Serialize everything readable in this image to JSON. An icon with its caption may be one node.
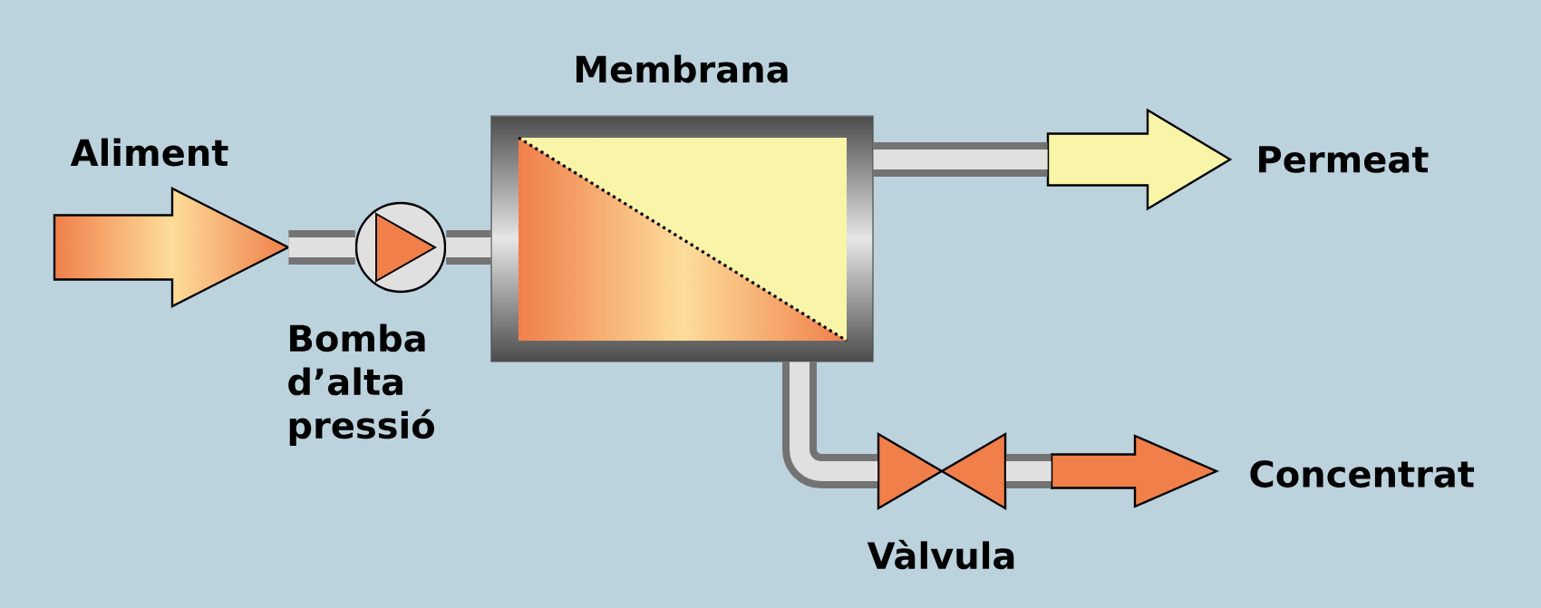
{
  "diagram": {
    "nodes": [
      {
        "text": [
          "Aliment"
        ]
      },
      {
        "text": [
          "Bomba d’alta pressió"
        ]
      },
      {
        "text": [
          "Membrana"
        ]
      },
      {
        "text": [
          "Permeat"
        ]
      },
      {
        "text": [
          "Vàlvula"
        ]
      },
      {
        "text": [
          "Concentrat"
        ]
      }
    ],
    "edges": [
      {
        "from": 0,
        "to": 1,
        "arrow": "none"
      },
      {
        "from": 1,
        "to": 2,
        "arrow": "none"
      },
      {
        "from": 2,
        "to": 3,
        "arrow": "none"
      },
      {
        "from": 2,
        "to": 4,
        "arrow": "none"
      },
      {
        "from": 4,
        "to": 5,
        "arrow": "none"
      }
    ]
  }
}
